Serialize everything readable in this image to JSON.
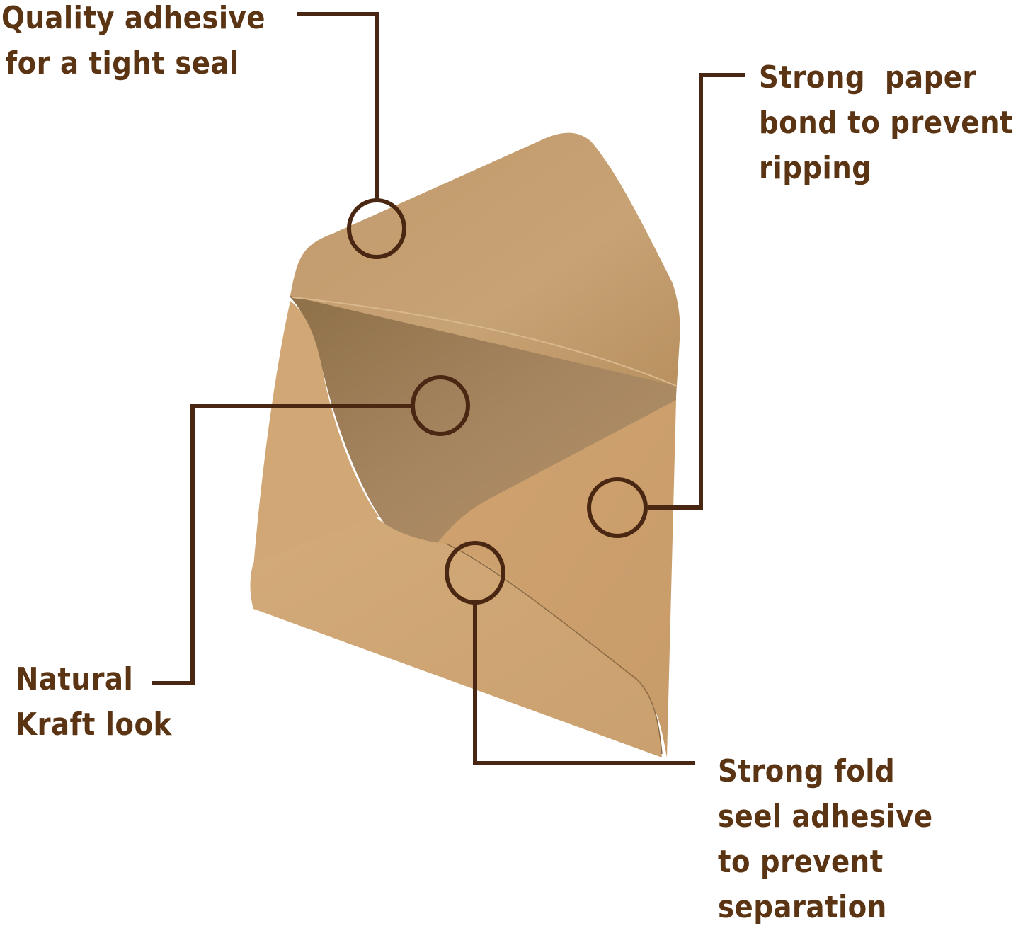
{
  "colors": {
    "text": "#5a3413",
    "callout_line": "#4a2712",
    "kraft_light": "#d2a878",
    "kraft_mid": "#c49a68",
    "kraft_dark": "#a07a4e",
    "kraft_shadow": "#8a6a44",
    "background": "#ffffff"
  },
  "callouts": {
    "quality_adhesive": {
      "lines": [
        "Quality adhesive",
        "for a tight seal"
      ],
      "target": "top-flap-edge"
    },
    "paper_bond": {
      "lines": [
        "Strong  paper",
        "bond to prevent",
        "ripping"
      ],
      "target": "right-side-flap"
    },
    "natural_kraft": {
      "lines": [
        "Natural",
        "Kraft look"
      ],
      "target": "envelope-interior"
    },
    "fold_seal": {
      "lines": [
        "Strong fold",
        "seel adhesive",
        "to prevent",
        "separation"
      ],
      "target": "flap-seam"
    }
  },
  "product": {
    "subject": "open kraft paper envelope"
  }
}
